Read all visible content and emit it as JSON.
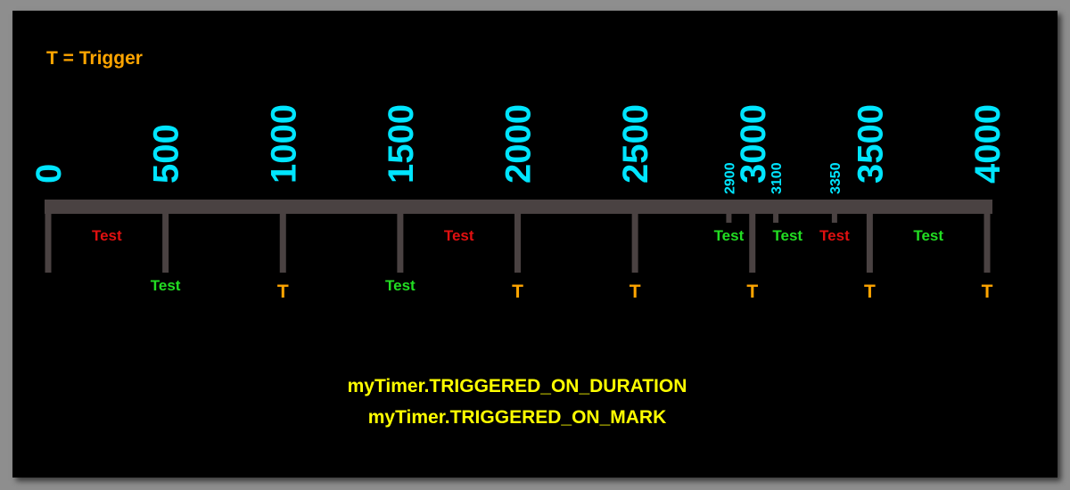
{
  "legend": {
    "text": "T = Trigger",
    "color": "#ffa500"
  },
  "colors": {
    "scale_label": "#00e5ff",
    "ruler": "#4a4242",
    "test_green": "#22dd22",
    "test_red": "#e01010",
    "trigger": "#ffa500",
    "code": "#ffff00",
    "background": "#000000",
    "frame": "#8e8e8e"
  },
  "scale_marks": [
    {
      "value": 0,
      "label": "0"
    },
    {
      "value": 500,
      "label": "500"
    },
    {
      "value": 1000,
      "label": "1000"
    },
    {
      "value": 1500,
      "label": "1500"
    },
    {
      "value": 2000,
      "label": "2000"
    },
    {
      "value": 2500,
      "label": "2500"
    },
    {
      "value": 3000,
      "label": "3000"
    },
    {
      "value": 3500,
      "label": "3500"
    },
    {
      "value": 4000,
      "label": "4000"
    }
  ],
  "minor_marks": [
    {
      "value": 2900,
      "label": "2900"
    },
    {
      "value": 3100,
      "label": "3100"
    },
    {
      "value": 3350,
      "label": "3350"
    }
  ],
  "test_labels": [
    {
      "text": "Test",
      "status": "red",
      "center": 250,
      "row": "upper"
    },
    {
      "text": "Test",
      "status": "green",
      "center": 500,
      "row": "lower"
    },
    {
      "text": "Test",
      "status": "green",
      "center": 1500,
      "row": "lower"
    },
    {
      "text": "Test",
      "status": "red",
      "center": 1750,
      "row": "upper"
    },
    {
      "text": "Test",
      "status": "green",
      "center": 2900,
      "row": "upper"
    },
    {
      "text": "Test",
      "status": "green",
      "center": 3150,
      "row": "upper"
    },
    {
      "text": "Test",
      "status": "red",
      "center": 3350,
      "row": "upper"
    },
    {
      "text": "Test",
      "status": "green",
      "center": 3750,
      "row": "upper"
    }
  ],
  "triggers": [
    {
      "text": "T",
      "at": 1000
    },
    {
      "text": "T",
      "at": 2000
    },
    {
      "text": "T",
      "at": 2500
    },
    {
      "text": "T",
      "at": 3000
    },
    {
      "text": "T",
      "at": 3500
    },
    {
      "text": "T",
      "at": 4000
    }
  ],
  "code_lines": [
    "myTimer.TRIGGERED_ON_DURATION",
    "myTimer.TRIGGERED_ON_MARK"
  ]
}
